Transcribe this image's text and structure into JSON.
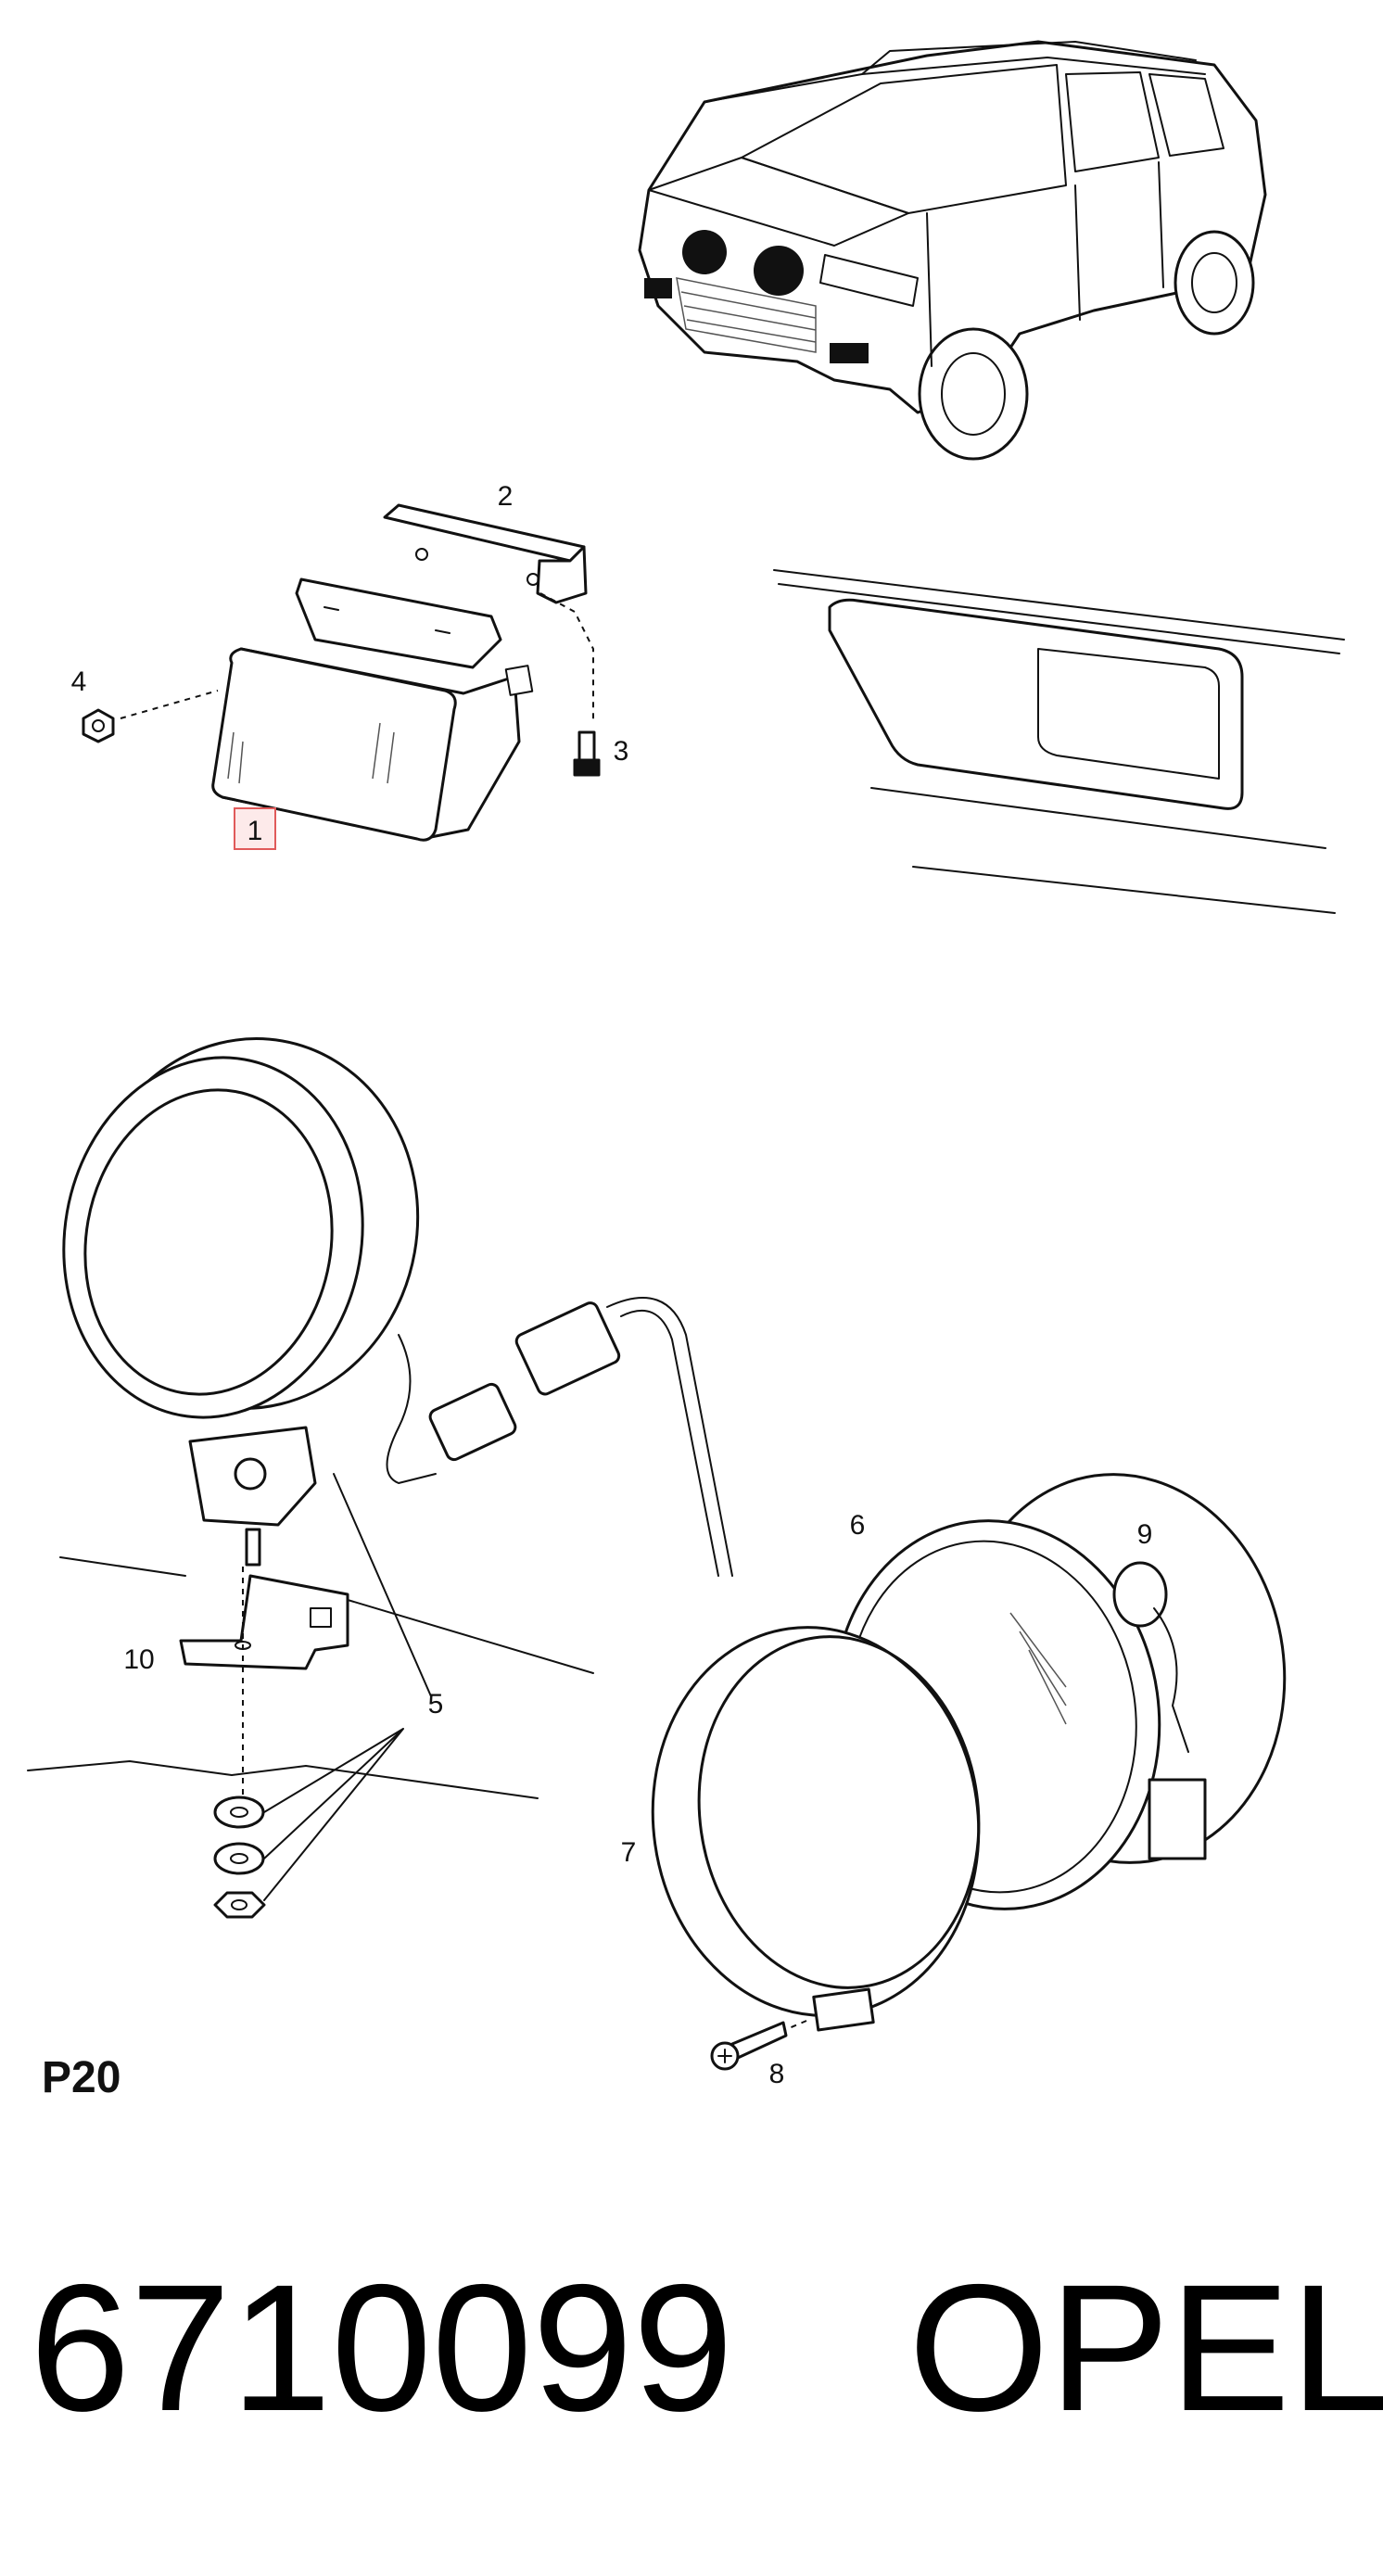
{
  "diagram": {
    "callouts": [
      {
        "id": "1",
        "label": "1",
        "highlighted": true
      },
      {
        "id": "2",
        "label": "2"
      },
      {
        "id": "3",
        "label": "3"
      },
      {
        "id": "4",
        "label": "4"
      },
      {
        "id": "5a",
        "label": "5"
      },
      {
        "id": "5b",
        "label": "5"
      },
      {
        "id": "6",
        "label": "6"
      },
      {
        "id": "7",
        "label": "7"
      },
      {
        "id": "8",
        "label": "8"
      },
      {
        "id": "9",
        "label": "9"
      },
      {
        "id": "10",
        "label": "10"
      }
    ],
    "plate_label": "P20",
    "highlight_color": "#e05a5a"
  },
  "footer": {
    "part_number": "6710099",
    "brand": "OPEL"
  }
}
